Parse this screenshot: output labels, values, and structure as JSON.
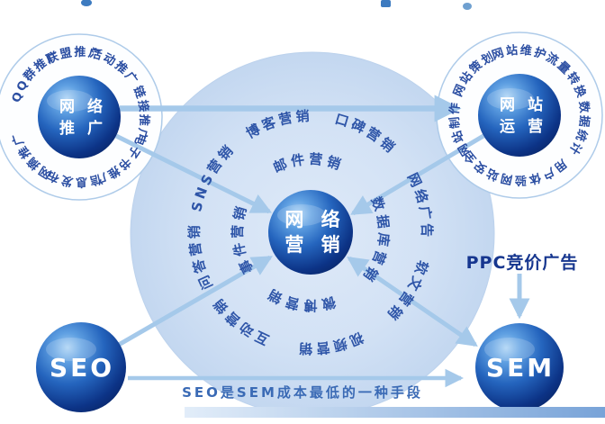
{
  "center": {
    "label": "网络营销",
    "lines": [
      "网 络",
      "营 销"
    ]
  },
  "nodes": {
    "promotion": {
      "label": "网络推广",
      "lines": [
        "网 络",
        "推 广"
      ],
      "ring": [
        "QQ群推广",
        "联盟推广",
        "活动推广",
        "链接推广",
        "电子书推广",
        "信息发布",
        "网摘推广"
      ]
    },
    "operation": {
      "label": "网站运营",
      "lines": [
        "网 站",
        "运 营"
      ],
      "ring": [
        "网站策划",
        "网站维护",
        "流量转换",
        "数据统计",
        "用户体验",
        "网站安全",
        "网站制作"
      ]
    },
    "seo": {
      "label": "SEO"
    },
    "sem": {
      "label": "SEM"
    }
  },
  "rings": {
    "inner": [
      "邮件营销",
      "数据库营销",
      "微博营销",
      "事件营销"
    ],
    "outer": [
      "SNS营销",
      "博客营销",
      "口碑营销",
      "网络广告",
      "软文营销",
      "视频营销",
      "互动营销",
      "问答营销"
    ]
  },
  "ppc": {
    "label": "PPC竞价广告"
  },
  "caption": {
    "text": "SEO是SEM成本最低的一种手段"
  },
  "colors": {
    "sphere_dark": "#0A2466",
    "sphere_light": "#5FA0E2",
    "disc": "#CCDCF2",
    "arrow": "#A5C9EA",
    "ring_text": "#2B4EA2",
    "caption_text": "#3A6AB5",
    "ppc_text": "#16368F"
  }
}
